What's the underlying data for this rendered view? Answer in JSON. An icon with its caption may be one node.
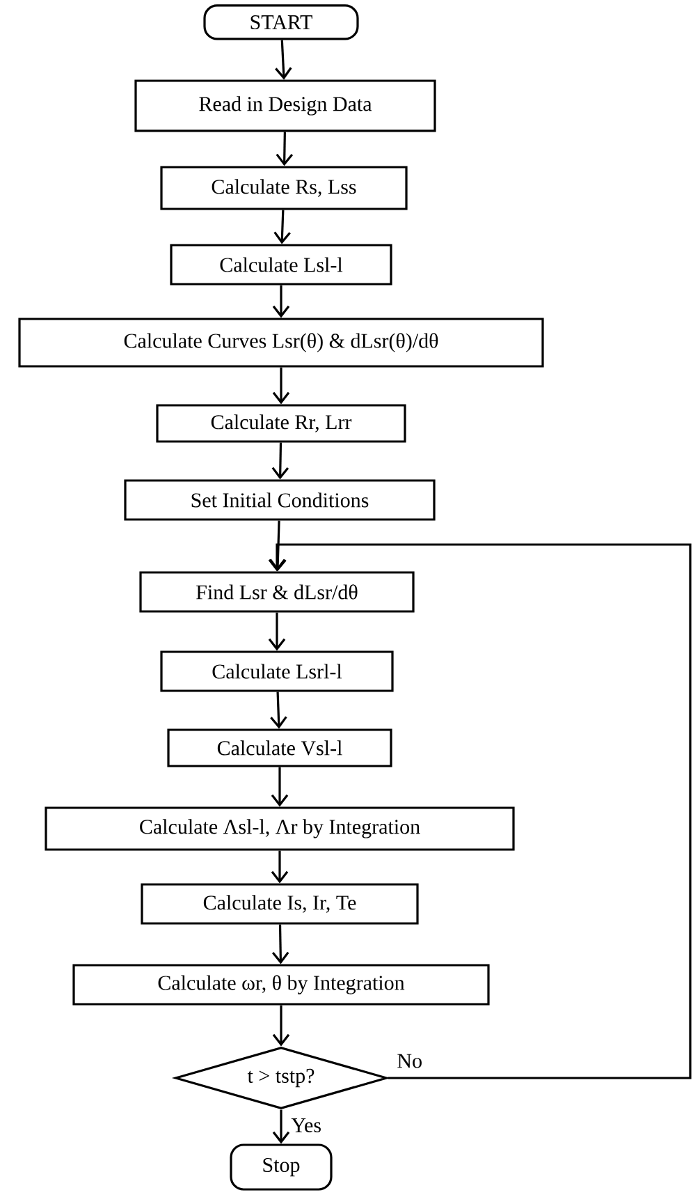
{
  "diagram": {
    "nodes": [
      {
        "text": [
          "START"
        ]
      },
      {
        "text": [
          "Read in Design Data"
        ]
      },
      {
        "text": [
          "Calculate Rs, Lss"
        ]
      },
      {
        "text": [
          "Calculate Lsl-l"
        ]
      },
      {
        "text": [
          "Calculate Curves Lsr(θ) & dLsr(θ)/dθ"
        ]
      },
      {
        "text": [
          "Calculate Rr, Lrr"
        ]
      },
      {
        "text": [
          "Set Initial Conditions"
        ]
      },
      {
        "text": [
          "Find Lsr & dLsr/dθ"
        ]
      },
      {
        "text": [
          "Calculate Lsrl-l"
        ]
      },
      {
        "text": [
          "Calculate Vsl-l"
        ]
      },
      {
        "text": [
          "Calculate Λsl-l, Λr by Integration"
        ]
      },
      {
        "text": [
          "Calculate Is, Ir, Te"
        ]
      },
      {
        "text": [
          "Calculate ωr, θ by Integration"
        ]
      },
      {
        "text": [
          "t > tstp?"
        ]
      },
      {
        "text": [
          "Stop"
        ]
      }
    ],
    "edges": [
      {
        "from": 0,
        "to": 1,
        "arrow": "to"
      },
      {
        "from": 1,
        "to": 2,
        "arrow": "to"
      },
      {
        "from": 2,
        "to": 3,
        "arrow": "to"
      },
      {
        "from": 3,
        "to": 4,
        "arrow": "to"
      },
      {
        "from": 4,
        "to": 5,
        "arrow": "to"
      },
      {
        "from": 5,
        "to": 6,
        "arrow": "to"
      },
      {
        "from": 6,
        "to": 7,
        "arrow": "to"
      },
      {
        "from": 7,
        "to": 8,
        "arrow": "to"
      },
      {
        "from": 8,
        "to": 9,
        "arrow": "to"
      },
      {
        "from": 9,
        "to": 10,
        "arrow": "to"
      },
      {
        "from": 10,
        "to": 11,
        "arrow": "to"
      },
      {
        "from": 11,
        "to": 12,
        "arrow": "to"
      },
      {
        "from": 12,
        "to": 13,
        "arrow": "to"
      },
      {
        "from": 13,
        "to": 14,
        "label": "Yes",
        "arrow": "to"
      },
      {
        "from": 13,
        "to": 7,
        "label": "No",
        "arrow": "to"
      }
    ]
  }
}
